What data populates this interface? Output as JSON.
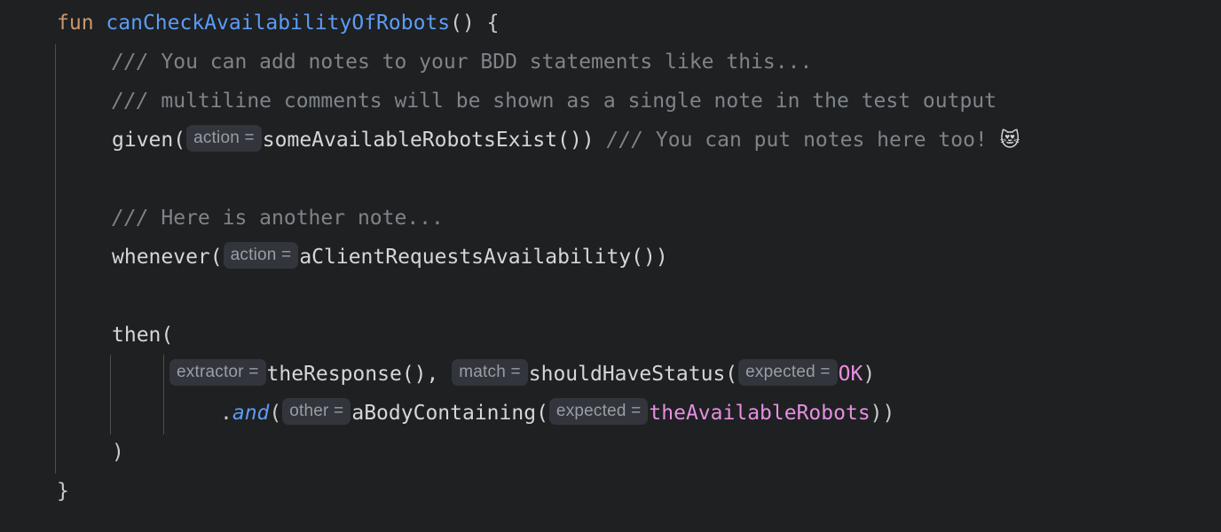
{
  "editor": {
    "language": "kotlin",
    "background_color": "#1e2022",
    "default_text_color": "#d4d6d8",
    "colors": {
      "keyword": "#cb976b",
      "function_declaration": "#5c9cf5",
      "comment": "#7f8489",
      "property": "#e58fe0",
      "enum_value": "#e58fe0",
      "extension_function": "#5c9cf5",
      "punctuation": "#c8cacc",
      "hint_chip_background": "#32353b",
      "hint_chip_text": "#9a9da3",
      "indent_guide": "#4b4f54"
    }
  },
  "code": {
    "line1": {
      "keyword": "fun",
      "space": " ",
      "name": "canCheckAvailabilityOfRobots",
      "tail": "() {"
    },
    "line2": {
      "slashes": "///",
      "text": " You can add notes to your BDD statements like this..."
    },
    "line3": {
      "slashes": "///",
      "text": " multiline comments will be shown as a single note in the test output"
    },
    "line4": {
      "call": "given(",
      "hint": "action =",
      "arg": "someAvailableRobotsExist())",
      "space": " ",
      "comment_slashes": "///",
      "comment_text": " You can put notes here too! ",
      "emoji": "😻"
    },
    "line5": {
      "text": ""
    },
    "line6": {
      "slashes": "///",
      "text": " Here is another note..."
    },
    "line7": {
      "call": "whenever(",
      "hint": "action =",
      "arg": "aClientRequestsAvailability())"
    },
    "line8": {
      "text": ""
    },
    "line9": {
      "call": "then("
    },
    "line10": {
      "hint1": "extractor =",
      "arg1": "theResponse(),",
      "hint2": "match =",
      "arg2": "shouldHaveStatus(",
      "hint3": "expected =",
      "enum": "OK",
      "close": ")"
    },
    "line11": {
      "dot": ".",
      "ext_fn": "and",
      "paren": "(",
      "hint1": "other =",
      "arg1": "aBodyContaining(",
      "hint2": "expected =",
      "prop": "theAvailableRobots",
      "close": "))"
    },
    "line12": {
      "text": ")"
    },
    "line13": {
      "text": "}"
    }
  }
}
